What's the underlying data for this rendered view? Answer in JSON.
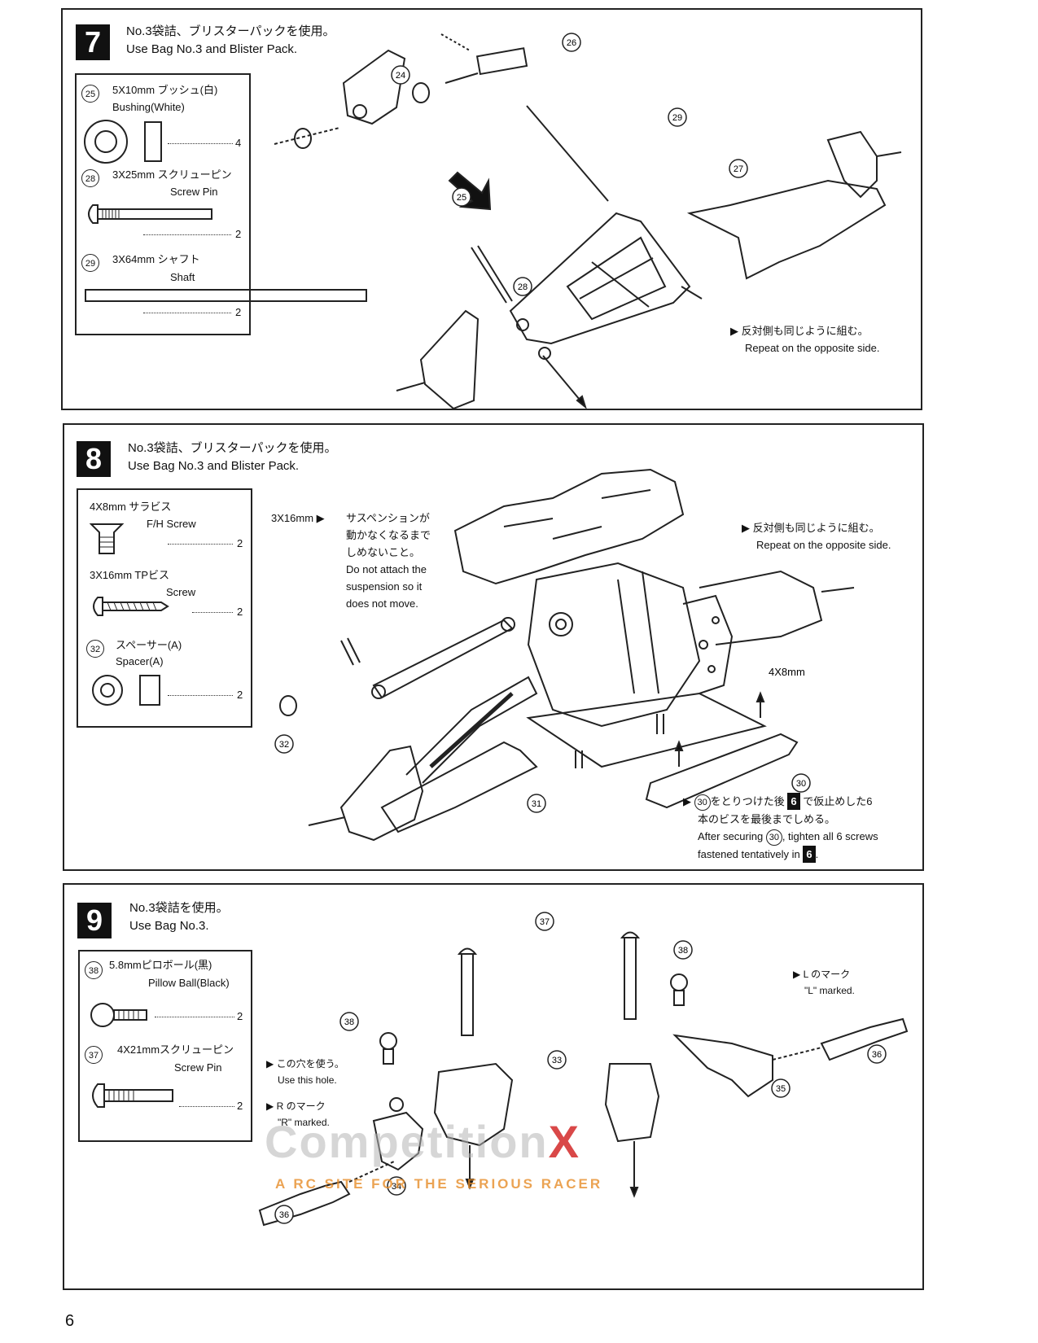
{
  "page_number": "6",
  "watermark": {
    "brand_main": "Competition",
    "brand_x": "X",
    "tagline": "A RC SITE FOR THE SERIOUS RACER"
  },
  "step7": {
    "number": "7",
    "header_jp": "No.3袋詰、ブリスターパックを使用。",
    "header_en": "Use Bag No.3 and Blister Pack.",
    "parts": [
      {
        "id": "25",
        "spec": "5X10mm ブッシュ(白)",
        "name": "Bushing(White)",
        "qty": "4"
      },
      {
        "id": "28",
        "spec": "3X25mm スクリューピン",
        "name": "Screw Pin",
        "qty": "2"
      },
      {
        "id": "29",
        "spec": "3X64mm シャフト",
        "name": "Shaft",
        "qty": "2"
      }
    ],
    "callouts": [
      "24",
      "25",
      "26",
      "27",
      "28",
      "29"
    ],
    "note_jp": "▶ 反対側も同じように組む。",
    "note_en": "Repeat on the opposite side."
  },
  "step8": {
    "number": "8",
    "header_jp": "No.3袋詰、ブリスターパックを使用。",
    "header_en": "Use Bag No.3 and Blister Pack.",
    "parts": [
      {
        "id": "",
        "spec": "4X8mm サラビス",
        "name": "F/H Screw",
        "qty": "2"
      },
      {
        "id": "",
        "spec": "3X16mm TPビス",
        "name": "Screw",
        "qty": "2"
      },
      {
        "id": "32",
        "spec": "スペーサー(A)",
        "name": "Spacer(A)",
        "qty": "2"
      }
    ],
    "callouts": [
      "30",
      "31",
      "32"
    ],
    "label_screw": "4X8mm",
    "caution_size": "3X16mm ▶",
    "caution_jp": [
      "サスペンションが",
      "動かなくなるまで",
      "しめないこと。"
    ],
    "caution_en": [
      "Do not attach the",
      "suspension so it",
      "does not move."
    ],
    "note_jp": "▶ 反対側も同じように組む。",
    "note_en": "Repeat on the opposite side.",
    "secure_jp_1": "をとりつけた後",
    "secure_jp_2": "で仮止めした6",
    "secure_jp_3": "本のビスを最後までしめる。",
    "secure_en_1": "After securing",
    "secure_en_2": ", tighten all 6 screws",
    "secure_en_3": "fastened tentatively in",
    "ref_part": "30",
    "ref_step": "6"
  },
  "step9": {
    "number": "9",
    "header_jp": "No.3袋詰を使用。",
    "header_en": "Use Bag No.3.",
    "parts": [
      {
        "id": "38",
        "spec": "5.8mmピロボール(黒)",
        "name": "Pillow Ball(Black)",
        "qty": "2"
      },
      {
        "id": "37",
        "spec": "4X21mmスクリューピン",
        "name": "Screw Pin",
        "qty": "2"
      }
    ],
    "callouts": [
      "33",
      "34",
      "35",
      "36",
      "37",
      "38"
    ],
    "l_mark_jp": "▶ L のマーク",
    "l_mark_en": "\"L\" marked.",
    "hole_jp": "▶ この穴を使う。",
    "hole_en": "Use this hole.",
    "r_mark_jp": "▶ R のマーク",
    "r_mark_en": "\"R\" marked."
  }
}
